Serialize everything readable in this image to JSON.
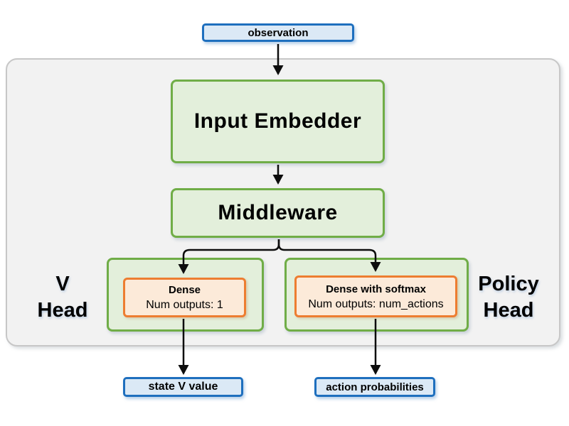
{
  "nodes": {
    "observation": "observation",
    "input_embedder": "Input Embedder",
    "middleware": "Middleware",
    "v_head_line1": "V",
    "v_head_line2": "Head",
    "policy_head_line1": "Policy",
    "policy_head_line2": "Head",
    "dense_v_title": "Dense",
    "dense_v_subtitle": "Num outputs: 1",
    "dense_policy_title": "Dense with softmax",
    "dense_policy_subtitle": "Num outputs: num_actions",
    "state_v_value": "state V value",
    "action_probabilities": "action probabilities"
  },
  "edges": [
    {
      "from": "observation",
      "to": "input_embedder"
    },
    {
      "from": "input_embedder",
      "to": "middleware"
    },
    {
      "from": "middleware",
      "to": "dense_v"
    },
    {
      "from": "middleware",
      "to": "dense_policy"
    },
    {
      "from": "dense_v",
      "to": "state_v_value"
    },
    {
      "from": "dense_policy",
      "to": "action_probabilities"
    }
  ],
  "colors": {
    "blue_border": "#1e6fbe",
    "blue_fill": "#dbe9f6",
    "green_border": "#70ad47",
    "green_fill": "#e3efdb",
    "orange_border": "#ed7d31",
    "orange_fill": "#fcead9",
    "container_fill": "#f2f2f2",
    "container_border": "#c7c7c7",
    "arrow_color": "#0d0d0d",
    "text_color": "#000000"
  }
}
